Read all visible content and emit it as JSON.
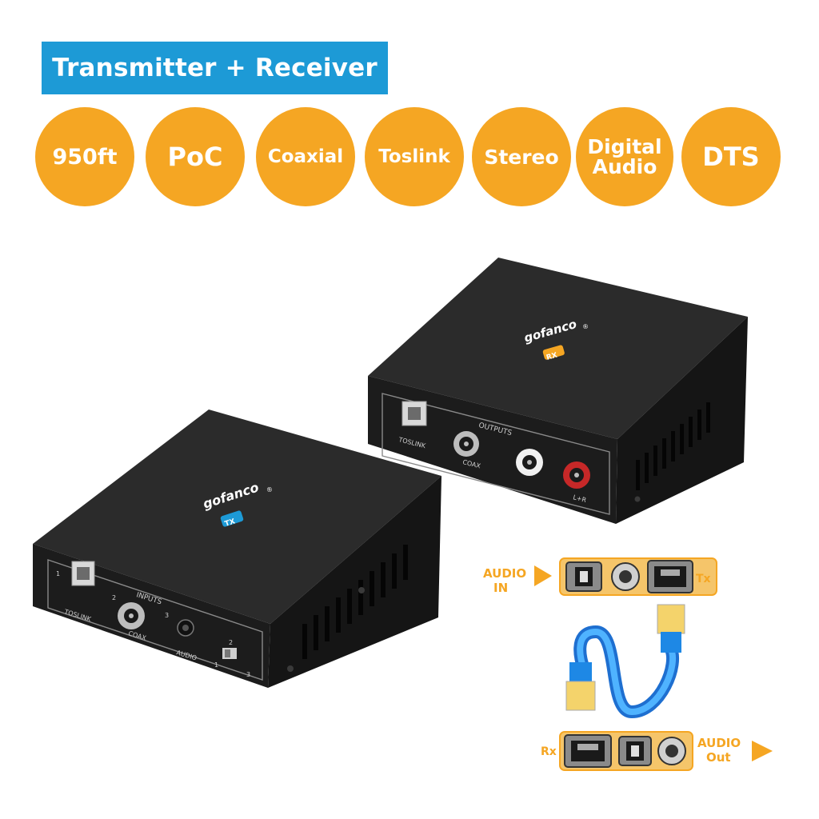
{
  "banner": {
    "text": "Transmitter + Receiver"
  },
  "badges": [
    "950ft",
    "PoC",
    "Coaxial",
    "Toslink",
    "Stereo",
    "Digital Audio",
    "DTS"
  ],
  "tx": {
    "brand": "gofanco",
    "registered": "®",
    "model": "TX",
    "section": "INPUTS",
    "port1": "1",
    "port1_label": "TOSLINK",
    "port2": "2",
    "port2_label": "COAX",
    "port3": "3",
    "port3_label": "AUDIO",
    "switch_2": "2",
    "switch_1": "1",
    "switch_3": "3"
  },
  "rx": {
    "brand": "gofanco",
    "registered": "®",
    "model": "RX",
    "section": "OUTPUTS",
    "toslink_label": "TOSLINK",
    "coax_label": "COAX",
    "lr_label": "L+R"
  },
  "diagram": {
    "audio_in_1": "AUDIO",
    "audio_in_2": "IN",
    "tx_label": "Tx",
    "rx_label": "Rx",
    "audio_out_1": "AUDIO",
    "audio_out_2": "Out"
  },
  "colors": {
    "banner": "#1d9ad6",
    "badge": "#f5a623",
    "device": "#1c1c1c",
    "tx_tag": "#1d9ad6",
    "rx_tag": "#f5a623",
    "cable": "#1e88e5",
    "diagram_text": "#f5a623"
  }
}
